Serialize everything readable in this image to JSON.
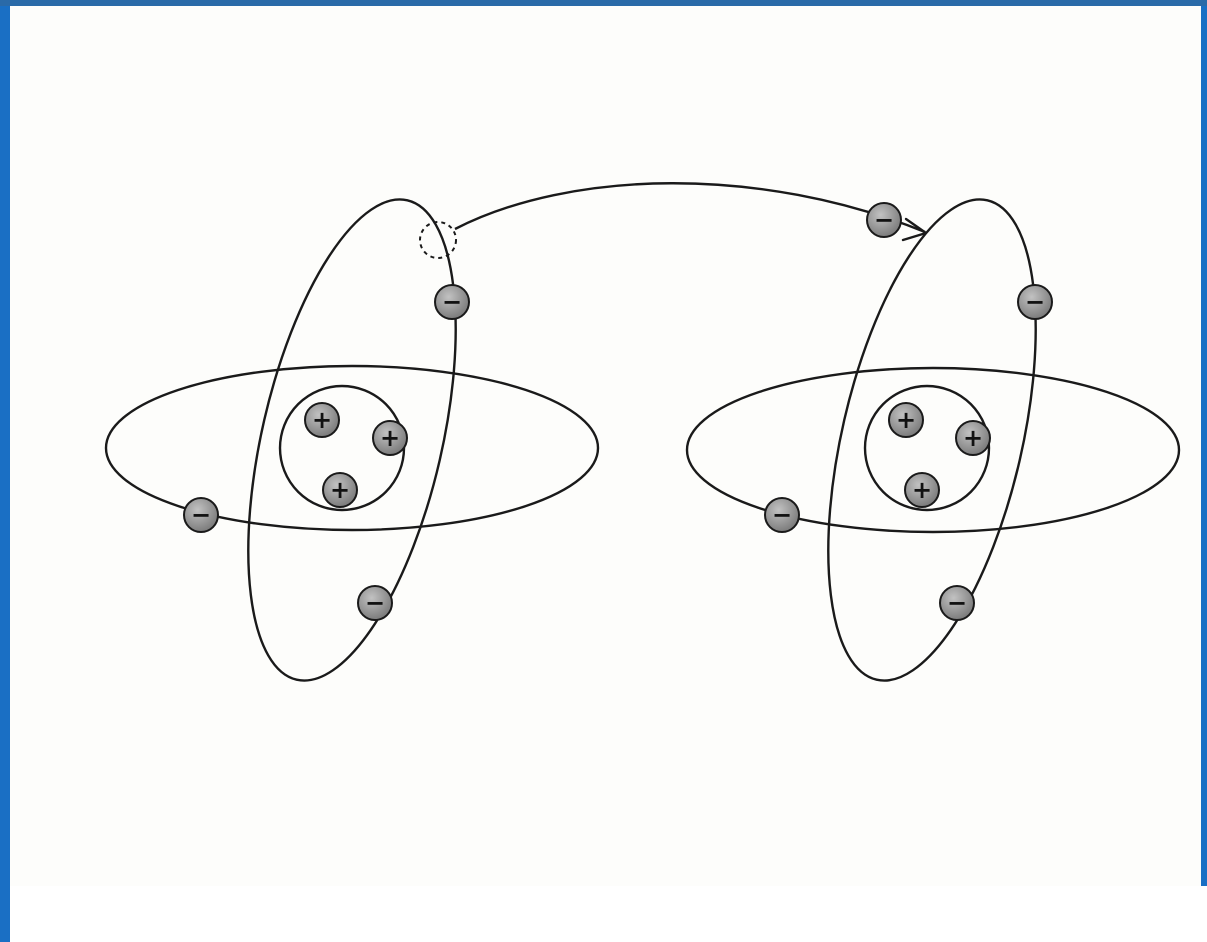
{
  "diagram": {
    "positive_symbol": "+",
    "negative_symbol": "−",
    "atoms": [
      {
        "name": "donor-atom",
        "protons": 3,
        "electrons": 3,
        "missing_electron_shown": true
      },
      {
        "name": "acceptor-atom",
        "protons": 3,
        "electrons": 4,
        "missing_electron_shown": false
      }
    ],
    "transfer": {
      "from": "donor-atom",
      "to": "acceptor-atom",
      "particle": "electron"
    }
  },
  "colors": {
    "window_frame": "#1a6fc4",
    "paper": "#fdfdfb",
    "line": "#1a1a1a",
    "particle_fill": "#8a8a8a",
    "particle_highlight": "#b5b5b5"
  }
}
